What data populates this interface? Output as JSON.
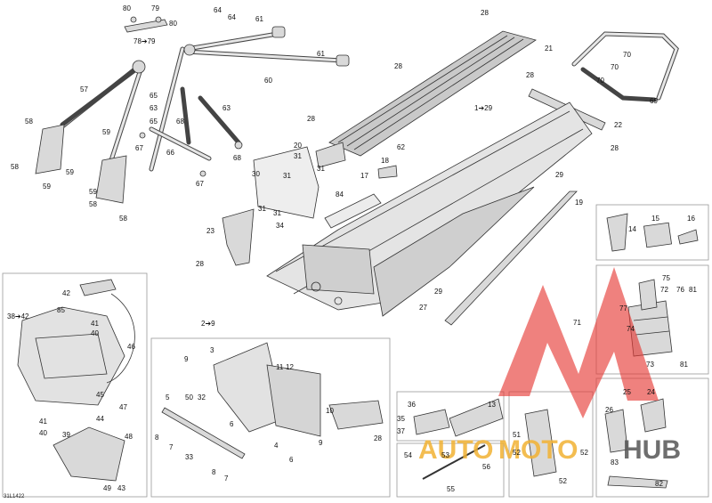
{
  "figure_code": "31L1422",
  "watermark": {
    "text_auto": "AUTO",
    "text_moto": "MOTO",
    "text_hub": "HUB",
    "color_red": "#e53935",
    "color_gold": "#f2b233",
    "color_gray": "#555555"
  },
  "labels": [
    {
      "id": "l80a",
      "text": "80"
    },
    {
      "id": "l79",
      "text": "79"
    },
    {
      "id": "l80b",
      "text": "80"
    },
    {
      "id": "l78",
      "text": "78➔79"
    },
    {
      "id": "l64a",
      "text": "64"
    },
    {
      "id": "l64b",
      "text": "64"
    },
    {
      "id": "l61a",
      "text": "61"
    },
    {
      "id": "l61b",
      "text": "61"
    },
    {
      "id": "l60",
      "text": "60"
    },
    {
      "id": "l57",
      "text": "57"
    },
    {
      "id": "l58a",
      "text": "58"
    },
    {
      "id": "l58b",
      "text": "58"
    },
    {
      "id": "l58c",
      "text": "58"
    },
    {
      "id": "l58d",
      "text": "58"
    },
    {
      "id": "l59a",
      "text": "59"
    },
    {
      "id": "l59b",
      "text": "59"
    },
    {
      "id": "l59c",
      "text": "59"
    },
    {
      "id": "l59d",
      "text": "59"
    },
    {
      "id": "l65a",
      "text": "65"
    },
    {
      "id": "l65b",
      "text": "65"
    },
    {
      "id": "l63a",
      "text": "63"
    },
    {
      "id": "l63b",
      "text": "63"
    },
    {
      "id": "l68a",
      "text": "68"
    },
    {
      "id": "l68b",
      "text": "68"
    },
    {
      "id": "l67a",
      "text": "67"
    },
    {
      "id": "l67b",
      "text": "67"
    },
    {
      "id": "l66",
      "text": "66"
    },
    {
      "id": "l28a",
      "text": "28"
    },
    {
      "id": "l28b",
      "text": "28"
    },
    {
      "id": "l28c",
      "text": "28"
    },
    {
      "id": "l28d",
      "text": "28"
    },
    {
      "id": "l28e",
      "text": "28"
    },
    {
      "id": "l28f",
      "text": "28"
    },
    {
      "id": "l28g",
      "text": "28"
    },
    {
      "id": "l21",
      "text": "21"
    },
    {
      "id": "l70a",
      "text": "70"
    },
    {
      "id": "l70b",
      "text": "70"
    },
    {
      "id": "l70c",
      "text": "70"
    },
    {
      "id": "l69",
      "text": "69"
    },
    {
      "id": "l22",
      "text": "22"
    },
    {
      "id": "l129",
      "text": "1➔29"
    },
    {
      "id": "l20",
      "text": "20"
    },
    {
      "id": "l31a",
      "text": "31"
    },
    {
      "id": "l31b",
      "text": "31"
    },
    {
      "id": "l31c",
      "text": "31"
    },
    {
      "id": "l31d",
      "text": "31"
    },
    {
      "id": "l31e",
      "text": "31"
    },
    {
      "id": "l62",
      "text": "62"
    },
    {
      "id": "l18",
      "text": "18"
    },
    {
      "id": "l17",
      "text": "17"
    },
    {
      "id": "l30",
      "text": "30"
    },
    {
      "id": "l84",
      "text": "84"
    },
    {
      "id": "l34",
      "text": "34"
    },
    {
      "id": "l23",
      "text": "23"
    },
    {
      "id": "l29a",
      "text": "29"
    },
    {
      "id": "l29b",
      "text": "29"
    },
    {
      "id": "l19",
      "text": "19"
    },
    {
      "id": "l27",
      "text": "27"
    },
    {
      "id": "l14",
      "text": "14"
    },
    {
      "id": "l15",
      "text": "15"
    },
    {
      "id": "l16",
      "text": "16"
    },
    {
      "id": "l75",
      "text": "75"
    },
    {
      "id": "l72",
      "text": "72"
    },
    {
      "id": "l76",
      "text": "76"
    },
    {
      "id": "l81a",
      "text": "81"
    },
    {
      "id": "l77",
      "text": "77"
    },
    {
      "id": "l71",
      "text": "71"
    },
    {
      "id": "l74",
      "text": "74"
    },
    {
      "id": "l73",
      "text": "73"
    },
    {
      "id": "l81b",
      "text": "81"
    },
    {
      "id": "l42",
      "text": "42"
    },
    {
      "id": "l3842",
      "text": "38➔42"
    },
    {
      "id": "l85",
      "text": "85"
    },
    {
      "id": "l41a",
      "text": "41"
    },
    {
      "id": "l40a",
      "text": "40"
    },
    {
      "id": "l46",
      "text": "46"
    },
    {
      "id": "l45",
      "text": "45"
    },
    {
      "id": "l47",
      "text": "47"
    },
    {
      "id": "l44",
      "text": "44"
    },
    {
      "id": "l41b",
      "text": "41"
    },
    {
      "id": "l40b",
      "text": "40"
    },
    {
      "id": "l39",
      "text": "39"
    },
    {
      "id": "l48",
      "text": "48"
    },
    {
      "id": "l49",
      "text": "49"
    },
    {
      "id": "l43",
      "text": "43"
    },
    {
      "id": "l29g",
      "text": "2➔9"
    },
    {
      "id": "l3",
      "text": "3"
    },
    {
      "id": "l9a",
      "text": "9"
    },
    {
      "id": "l9b",
      "text": "9"
    },
    {
      "id": "l11",
      "text": "11"
    },
    {
      "id": "l12",
      "text": "12"
    },
    {
      "id": "l5",
      "text": "5"
    },
    {
      "id": "l50",
      "text": "50"
    },
    {
      "id": "l32",
      "text": "32"
    },
    {
      "id": "l6a",
      "text": "6"
    },
    {
      "id": "l6b",
      "text": "6"
    },
    {
      "id": "l8a",
      "text": "8"
    },
    {
      "id": "l8b",
      "text": "8"
    },
    {
      "id": "l7a",
      "text": "7"
    },
    {
      "id": "l7b",
      "text": "7"
    },
    {
      "id": "l33",
      "text": "33"
    },
    {
      "id": "l4",
      "text": "4"
    },
    {
      "id": "l10",
      "text": "10"
    },
    {
      "id": "l36",
      "text": "36"
    },
    {
      "id": "l35",
      "text": "35"
    },
    {
      "id": "l37",
      "text": "37"
    },
    {
      "id": "l13",
      "text": "13"
    },
    {
      "id": "l54",
      "text": "54"
    },
    {
      "id": "l53",
      "text": "53"
    },
    {
      "id": "l56",
      "text": "56"
    },
    {
      "id": "l55",
      "text": "55"
    },
    {
      "id": "l51",
      "text": "51"
    },
    {
      "id": "l52a",
      "text": "52"
    },
    {
      "id": "l52b",
      "text": "52"
    },
    {
      "id": "l52c",
      "text": "52"
    },
    {
      "id": "l25",
      "text": "25"
    },
    {
      "id": "l24",
      "text": "24"
    },
    {
      "id": "l26",
      "text": "26"
    },
    {
      "id": "l83",
      "text": "83"
    },
    {
      "id": "l82",
      "text": "82"
    }
  ]
}
